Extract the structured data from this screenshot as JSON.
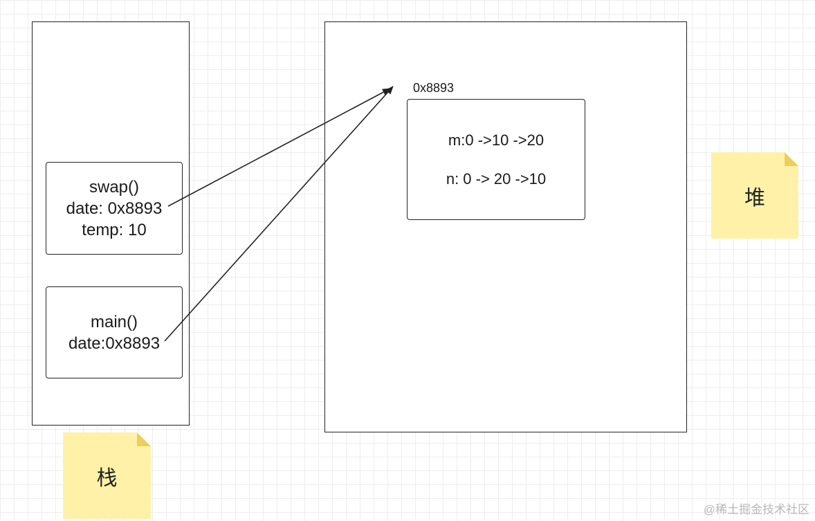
{
  "stack": {
    "frames": [
      {
        "name": "swap()",
        "fields": [
          "date: 0x8893",
          "temp: 10"
        ]
      },
      {
        "name": "main()",
        "fields": [
          "date:0x8893"
        ]
      }
    ],
    "label": "栈"
  },
  "heap": {
    "object": {
      "address": "0x8893",
      "fields": [
        "m:0 ->10 ->20",
        "n: 0 -> 20 ->10"
      ]
    },
    "label": "堆"
  },
  "note_color": "#fff2a8",
  "watermark": "@稀土掘金技术社区"
}
